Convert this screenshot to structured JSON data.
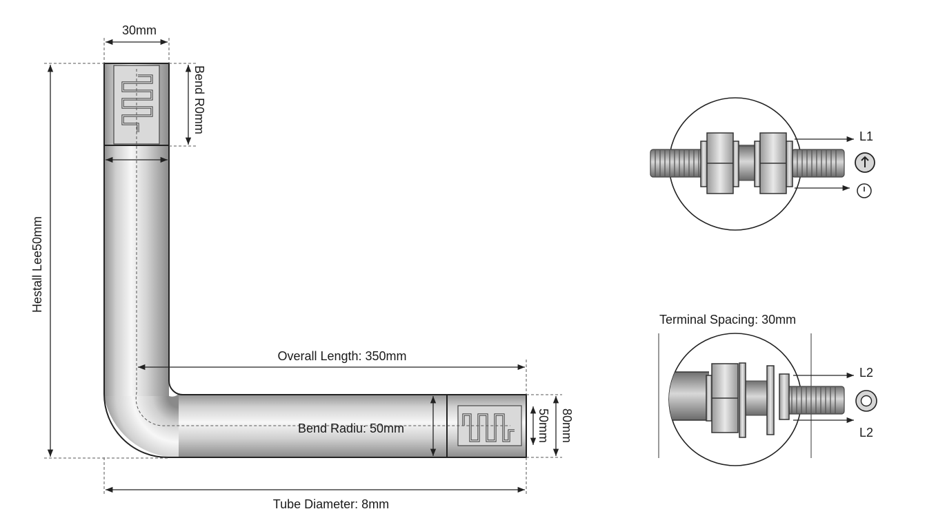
{
  "labels": {
    "top_width": "30mm",
    "bend_top": "Bend R0mm",
    "installed_length": "Hestall Lee50mm",
    "overall_length": "Overall Length: 350mm",
    "bend_radius": "Bend Radiu: 50mm",
    "end_inner": "50mm",
    "end_outer": "80mm",
    "tube_diameter": "Tube Diameter: 8mm",
    "terminal_spacing": "Terminal Spacing: 30mm",
    "l1": "L1",
    "l2_top": "L2",
    "l2_bottom": "L2"
  },
  "icons": {
    "upper": [
      "arrow-circle-icon",
      "power-circle-icon"
    ],
    "lower": [
      "washer-ring-icon"
    ]
  },
  "colors": {
    "line": "#222222",
    "tube_metal": "#c9c9c9",
    "background": "#ffffff"
  }
}
